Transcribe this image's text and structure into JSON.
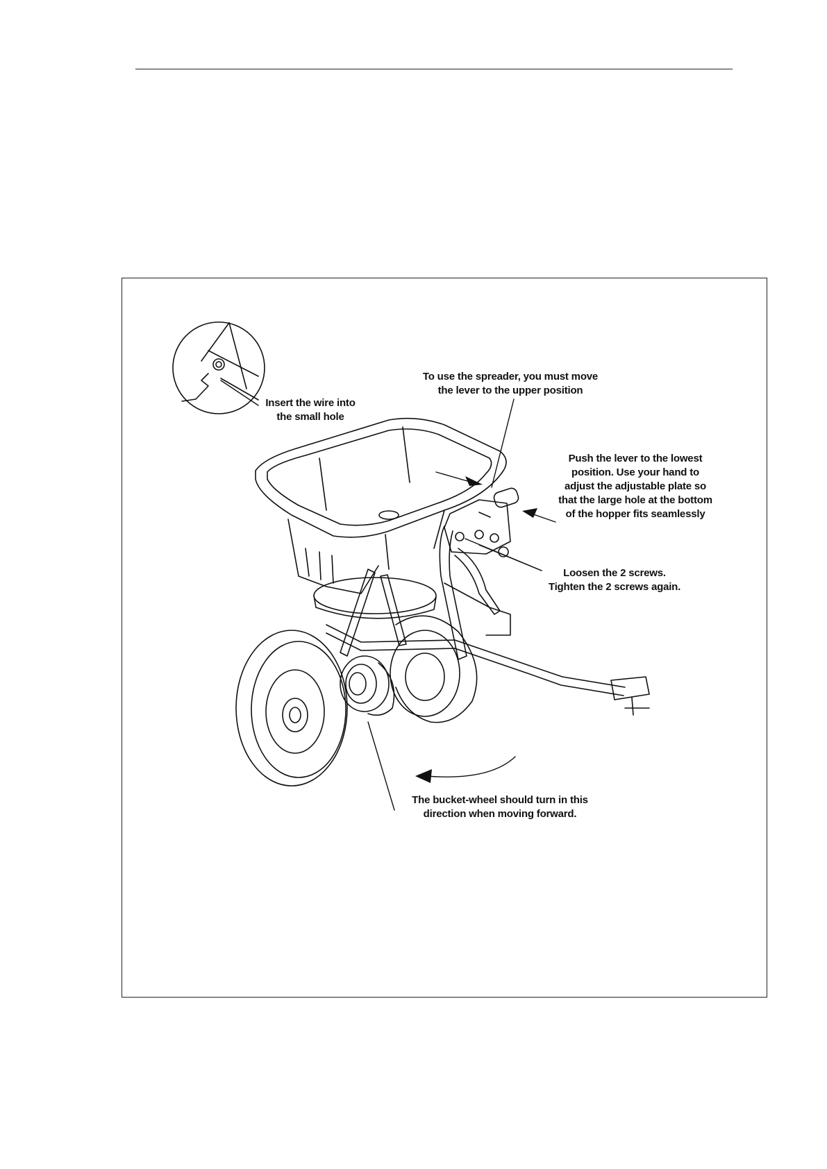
{
  "callouts": {
    "wire": [
      "Insert the wire into",
      "the small hole"
    ],
    "upper": [
      "To use the spreader, you must move",
      "the lever to the upper position"
    ],
    "lowest": [
      "Push the lever to the lowest",
      "position. Use your hand to",
      "adjust the adjustable plate so",
      "that the large hole at the bottom",
      "of the hopper fits seamlessly"
    ],
    "screws": [
      "Loosen the 2 screws.",
      "Tighten the 2 screws again."
    ],
    "bucket": [
      "The bucket-wheel should turn in this",
      "direction when moving forward."
    ]
  }
}
